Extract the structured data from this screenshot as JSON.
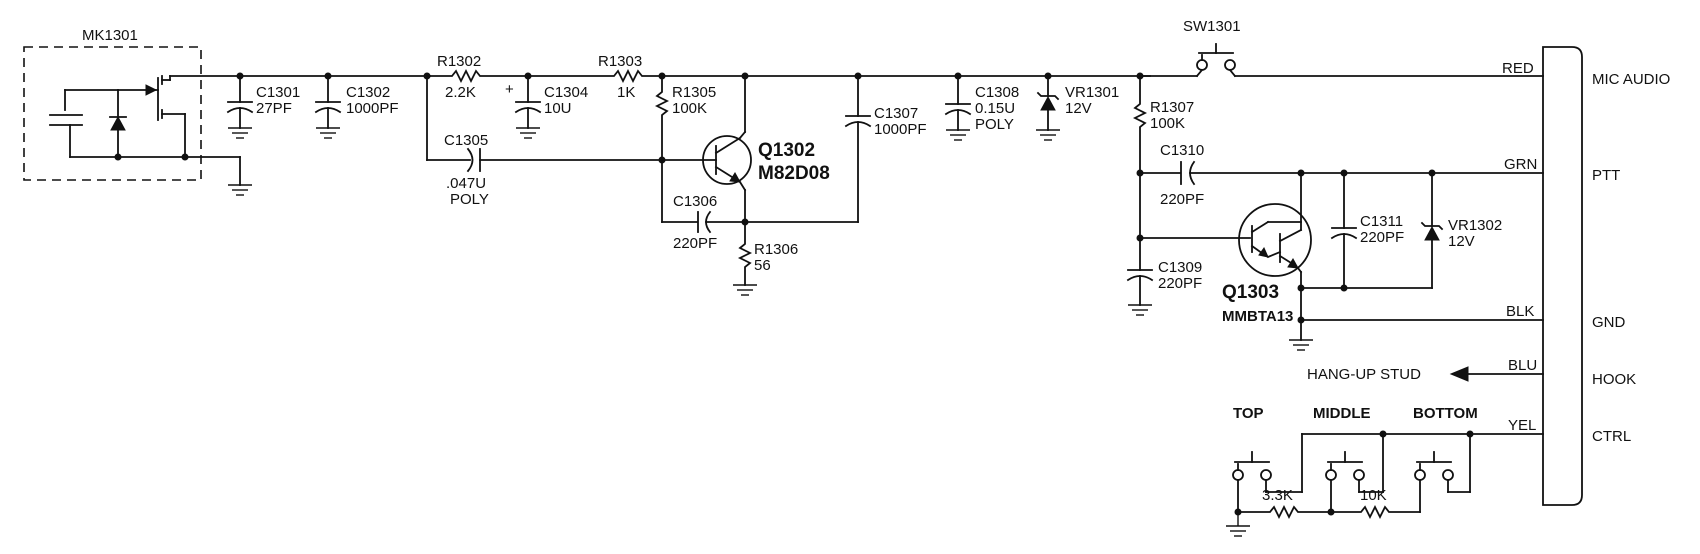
{
  "schematic": {
    "mic": {
      "ref": "MK1301"
    },
    "capacitors": {
      "c1301": {
        "ref": "C1301",
        "value": "27PF"
      },
      "c1302": {
        "ref": "C1302",
        "value": "1000PF"
      },
      "c1304": {
        "ref": "C1304",
        "value": "10U",
        "polarity": "+"
      },
      "c1305": {
        "ref": "C1305",
        "value": ".047U",
        "type": "POLY"
      },
      "c1306": {
        "ref": "C1306",
        "value": "220PF"
      },
      "c1307": {
        "ref": "C1307",
        "value": "1000PF"
      },
      "c1308": {
        "ref": "C1308",
        "value": "0.15U",
        "type": "POLY"
      },
      "c1309": {
        "ref": "C1309",
        "value": "220PF"
      },
      "c1310": {
        "ref": "C1310",
        "value": "220PF"
      },
      "c1311": {
        "ref": "C1311",
        "value": "220PF"
      }
    },
    "resistors": {
      "r1302": {
        "ref": "R1302",
        "value": "2.2K"
      },
      "r1303": {
        "ref": "R1303",
        "value": "1K"
      },
      "r1305": {
        "ref": "R1305",
        "value": "100K"
      },
      "r1306": {
        "ref": "R1306",
        "value": "56"
      },
      "r1307": {
        "ref": "R1307",
        "value": "100K"
      },
      "r_top": {
        "value": "3.3K"
      },
      "r_mid": {
        "value": "10K"
      }
    },
    "zeners": {
      "vr1301": {
        "ref": "VR1301",
        "value": "12V"
      },
      "vr1302": {
        "ref": "VR1302",
        "value": "12V"
      }
    },
    "transistors": {
      "q1302": {
        "ref": "Q1302",
        "part": "M82D08"
      },
      "q1303": {
        "ref": "Q1303",
        "part": "MMBTA13"
      }
    },
    "switch": {
      "ref": "SW1301"
    },
    "hang_up": {
      "label": "HANG-UP STUD"
    },
    "switch_positions": {
      "top": "TOP",
      "middle": "MIDDLE",
      "bottom": "BOTTOM"
    },
    "connector": {
      "wires": [
        "RED",
        "GRN",
        "BLK",
        "BLU",
        "YEL"
      ],
      "signals": [
        "MIC AUDIO",
        "PTT",
        "GND",
        "HOOK",
        "CTRL"
      ]
    }
  }
}
